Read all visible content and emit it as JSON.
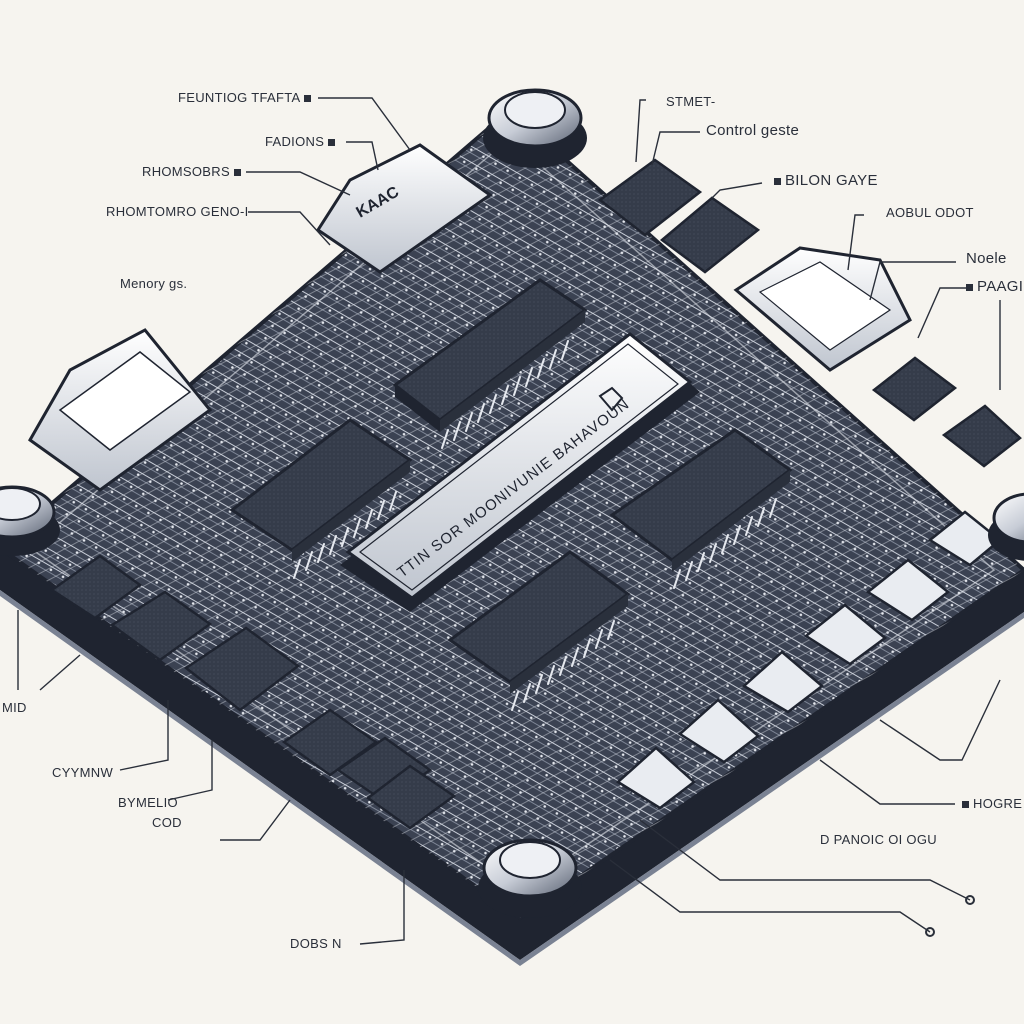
{
  "diagram": {
    "labels": {
      "feature": "FEUNTIOG TFAFTA",
      "fadions": "FADIONS",
      "rhomsobrs": "RHOMSOBRS",
      "rhomtomro": "RHOMTOMRO GENO-I",
      "memory": "Menory gs.",
      "mid": "MID",
      "cyymnw": "CYYMNW",
      "bymelio": "BYMELIO",
      "cod": "COD",
      "dobs": "DOBS N",
      "stmet": "STMET-",
      "control": "Control geste",
      "bilon": "BILON GAYE",
      "aobul": "AOBUL ODOT",
      "noele": "Noele",
      "paagil": "PAAGIL",
      "hogre": "HOGRE",
      "dpanoic": "D PANOIC OI OGU"
    },
    "chip_text": {
      "center_label": "TTIN SOR MOONIVUNIE BAHAVOUN",
      "corner_module": "KAAC"
    },
    "colors": {
      "board": "#2e3440",
      "ink": "#1f2430",
      "chip": "#3a4150",
      "paper": "#f6f4ef",
      "highlight": "#e9ecf1"
    }
  }
}
